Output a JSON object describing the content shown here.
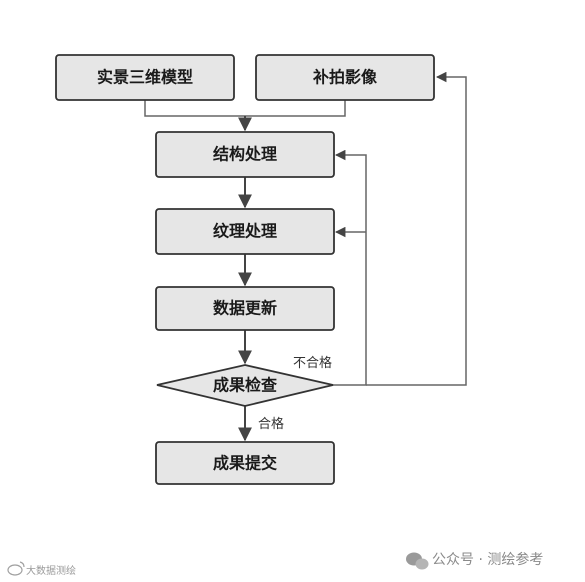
{
  "nodes": {
    "model": "实景三维模型",
    "reshoot": "补拍影像",
    "structure": "结构处理",
    "texture": "纹理处理",
    "update": "数据更新",
    "check": "成果检查",
    "submit": "成果提交"
  },
  "edges": {
    "fail": "不合格",
    "pass": "合格"
  },
  "watermark": {
    "main": "公众号 · 测绘参考",
    "corner": "大数据测绘"
  },
  "colors": {
    "node_fill": "#e6e6e6",
    "node_stroke": "#333333",
    "line": "#555555"
  }
}
